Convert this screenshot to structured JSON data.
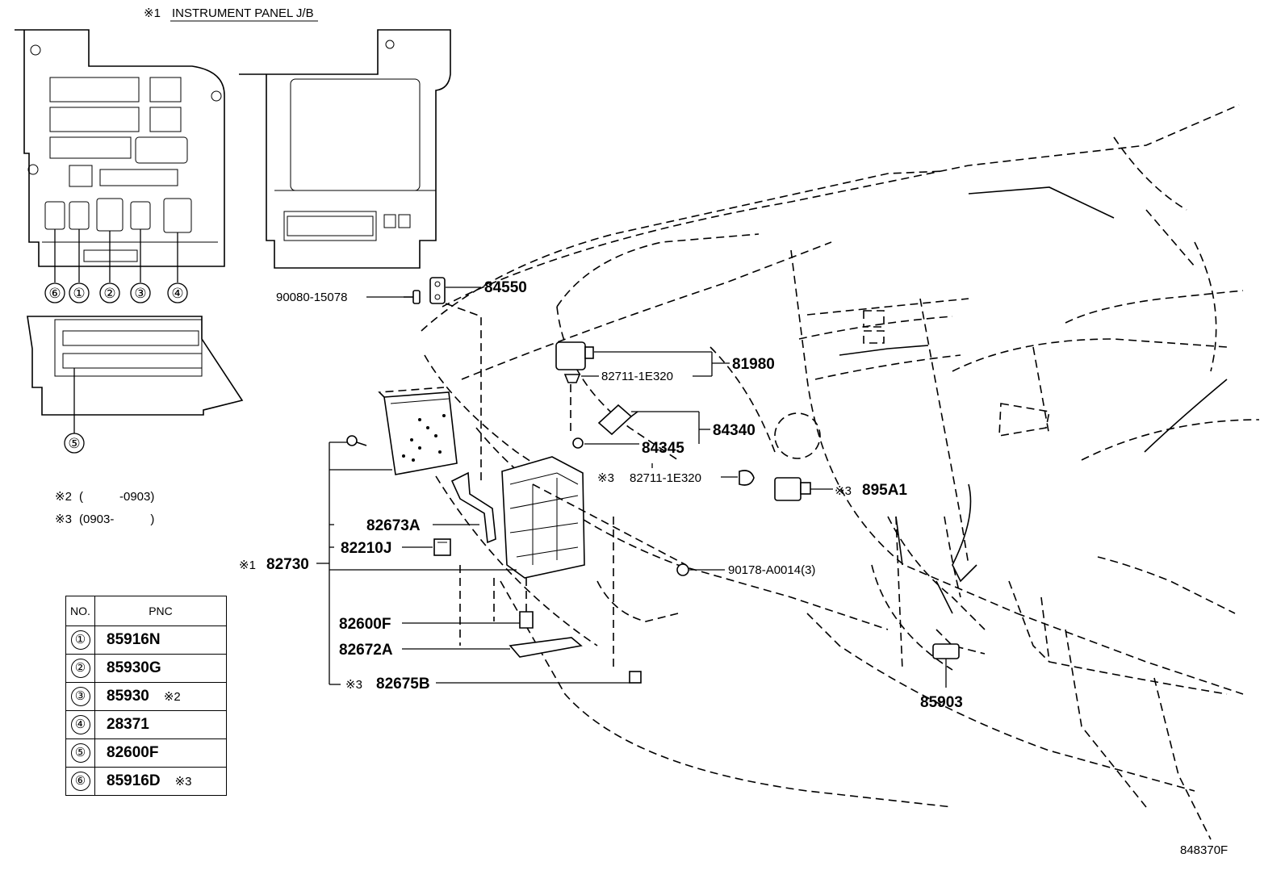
{
  "header": {
    "jb_title_note": "※1",
    "jb_title": "INSTRUMENT PANEL J/B"
  },
  "jb_callouts": [
    "⑥",
    "①",
    "②",
    "③",
    "④",
    "⑤"
  ],
  "notes": [
    {
      "mark": "※2",
      "text": "(　　　-0903)"
    },
    {
      "mark": "※3",
      "text": "(0903-　　　)"
    }
  ],
  "parts": {
    "p90080": "90080-15078",
    "p84550": "84550",
    "p81980": "81980",
    "p82711a": "82711-1E320",
    "p84340": "84340",
    "p84345": "84345",
    "p82711b_note": "※3",
    "p82711b": "82711-1E320",
    "p895A1_note": "※3",
    "p895A1": "895A1",
    "p82673A": "82673A",
    "p82210J": "82210J",
    "p82730_note": "※1",
    "p82730": "82730",
    "p90178": "90178-A0014(3)",
    "p82600F": "82600F",
    "p82672A": "82672A",
    "p82675B_note": "※3",
    "p82675B": "82675B",
    "p85903": "85903"
  },
  "table": {
    "headers": {
      "no": "NO.",
      "pnc": "PNC"
    },
    "rows": [
      {
        "no": "①",
        "pnc": "85916N",
        "note": ""
      },
      {
        "no": "②",
        "pnc": "85930G",
        "note": ""
      },
      {
        "no": "③",
        "pnc": "85930",
        "note": "※2"
      },
      {
        "no": "④",
        "pnc": "28371",
        "note": ""
      },
      {
        "no": "⑤",
        "pnc": "82600F",
        "note": ""
      },
      {
        "no": "⑥",
        "pnc": "85916D",
        "note": "※3"
      }
    ]
  },
  "footer": {
    "drawing_id": "848370F"
  }
}
